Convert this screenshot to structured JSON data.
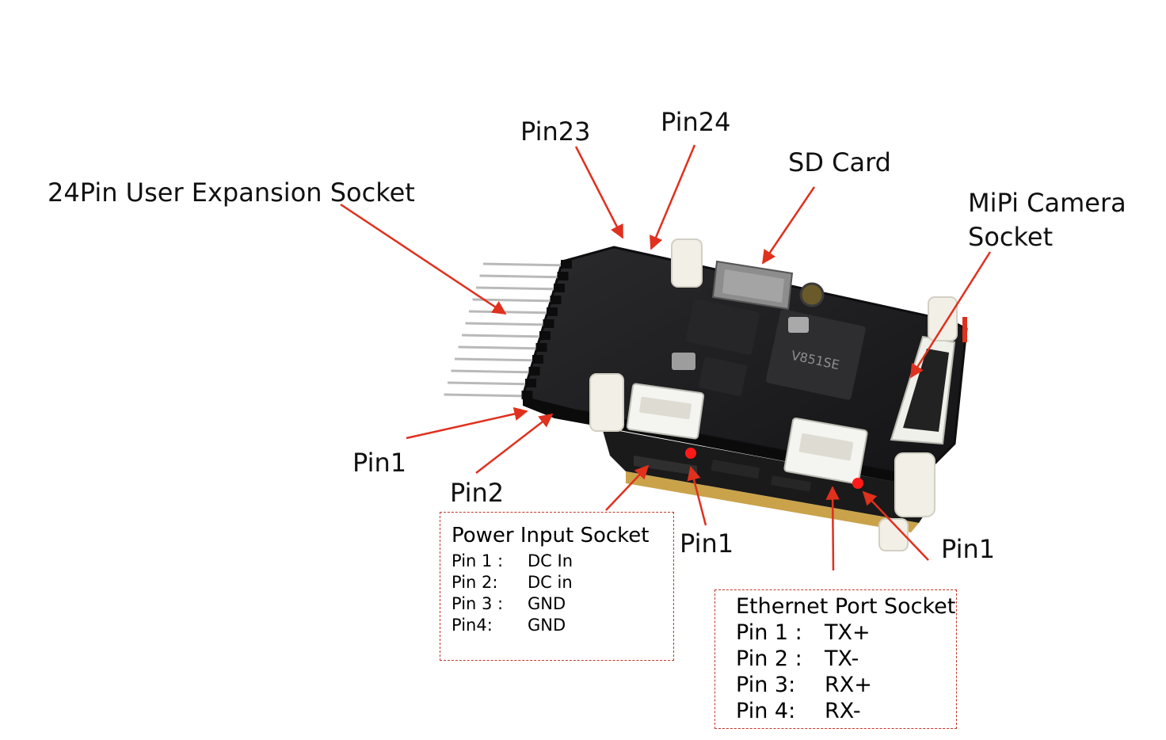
{
  "labels": {
    "expansion_socket": "24Pin User Expansion Socket",
    "pin23": "Pin23",
    "pin24": "Pin24",
    "sd_card": "SD Card",
    "mipi_line1": "MiPi Camera",
    "mipi_line2": "Socket",
    "pin1_header": "Pin1",
    "pin2_header": "Pin2",
    "pin1_power": "Pin1",
    "pin1_ethernet": "Pin1"
  },
  "power_socket": {
    "title": "Power Input Socket",
    "pins": [
      {
        "name": "Pin 1 :",
        "value": "DC In"
      },
      {
        "name": "Pin 2:",
        "value": "DC in"
      },
      {
        "name": "Pin 3 :",
        "value": "GND"
      },
      {
        "name": "Pin4:",
        "value": "GND"
      }
    ]
  },
  "ethernet_socket": {
    "title": "Ethernet Port Socket",
    "pins": [
      {
        "name": "Pin 1 :",
        "value": "TX+"
      },
      {
        "name": "Pin 2 :",
        "value": "TX-"
      },
      {
        "name": "Pin 3:",
        "value": "RX+"
      },
      {
        "name": "Pin 4:",
        "value": "RX-"
      }
    ]
  },
  "colors": {
    "arrow": "#e0301e",
    "dot": "#ff1a1a",
    "pcb": "#1d1d1f",
    "pcb_edge": "#0e0e10",
    "standoff": "#f2efe6",
    "connector": "#f4f4f0",
    "pin_metal": "#b9b9b9"
  }
}
